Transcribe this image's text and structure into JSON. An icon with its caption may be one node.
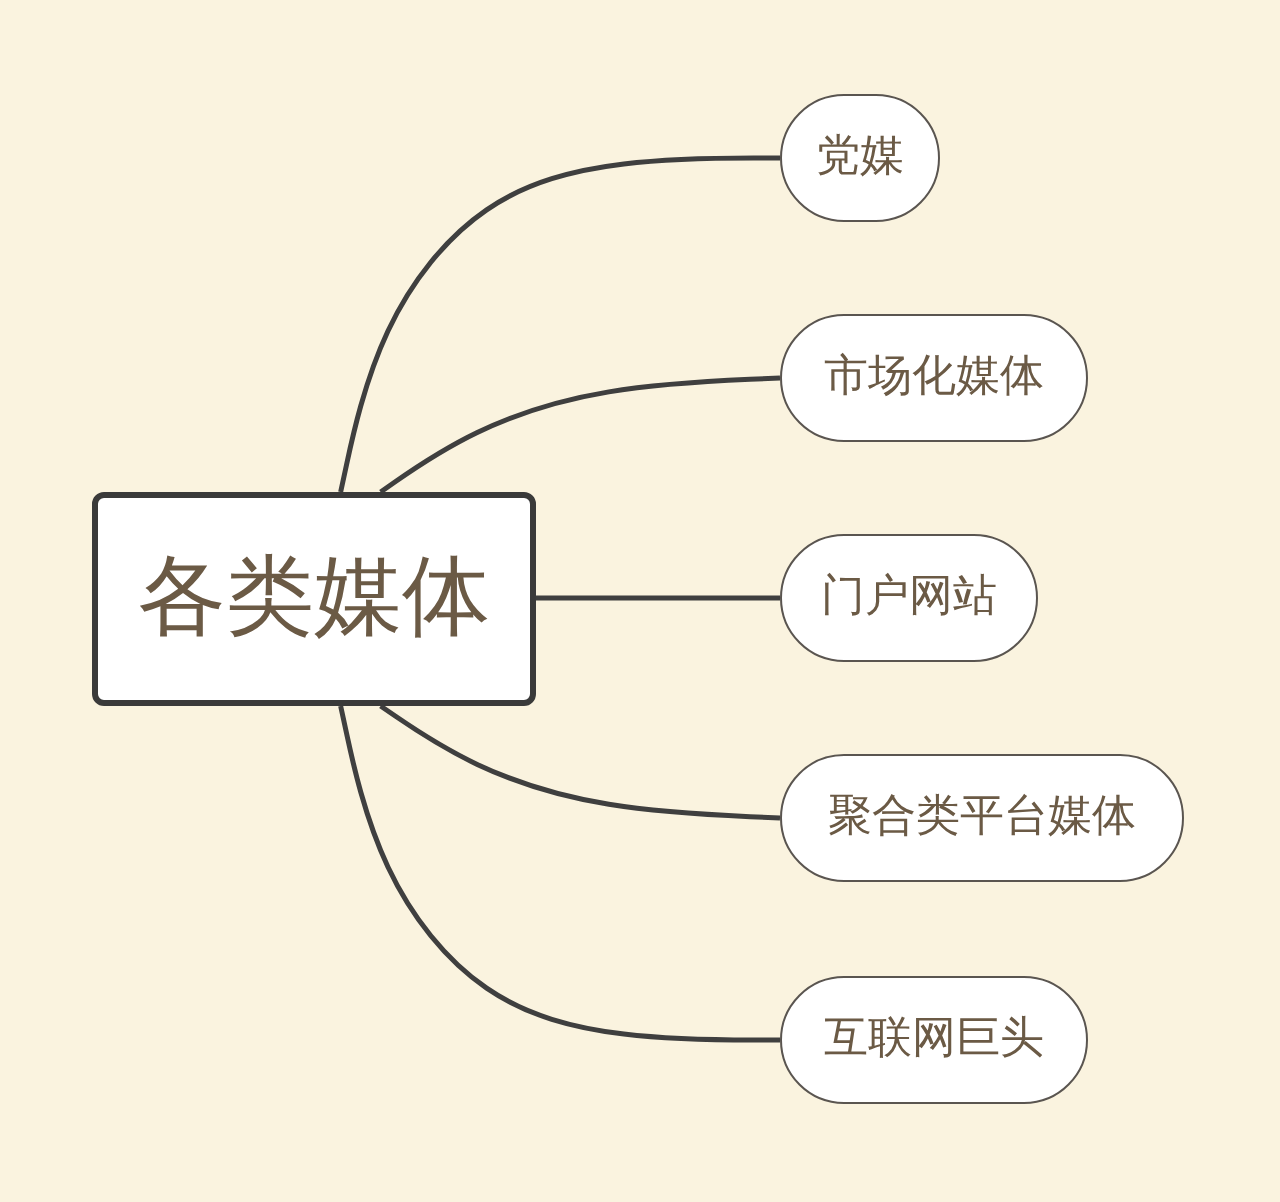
{
  "diagram": {
    "nodes": [
      {
        "text": [
          "各类媒体"
        ]
      },
      {
        "text": [
          "党媒"
        ]
      },
      {
        "text": [
          "市场化媒体"
        ]
      },
      {
        "text": [
          "门户网站"
        ]
      },
      {
        "text": [
          "聚合类平台媒体"
        ]
      },
      {
        "text": [
          "互联网巨头"
        ]
      }
    ],
    "edges": [
      {
        "from": 0,
        "to": 1,
        "arrow": "none"
      },
      {
        "from": 0,
        "to": 2,
        "arrow": "none"
      },
      {
        "from": 0,
        "to": 3,
        "arrow": "none"
      },
      {
        "from": 0,
        "to": 4,
        "arrow": "none"
      },
      {
        "from": 0,
        "to": 5,
        "arrow": "none"
      }
    ]
  }
}
